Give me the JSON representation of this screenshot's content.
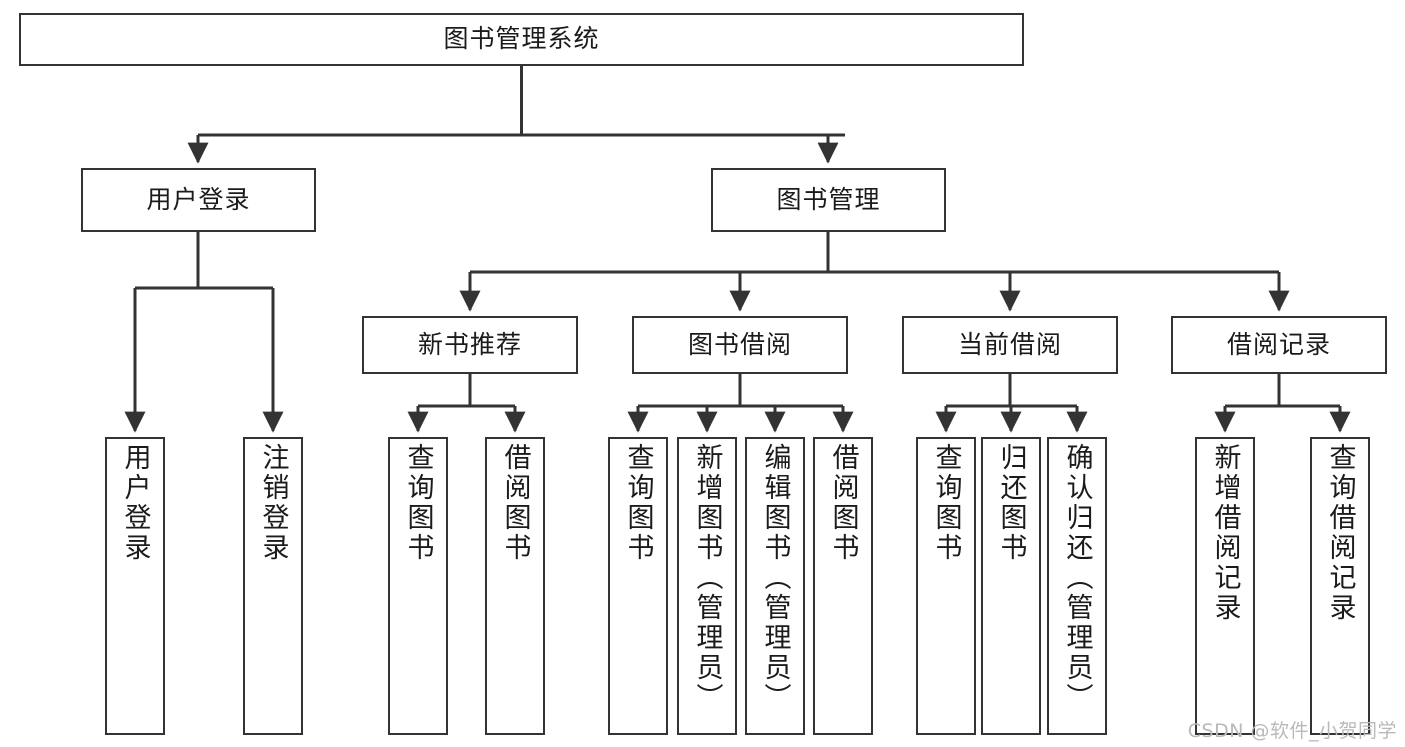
{
  "diagram": {
    "title": "图书管理系统",
    "type": "tree-hierarchy-chart",
    "watermark": "CSDN @软件_小贺同学",
    "colors": {
      "box_border": "#333333",
      "box_fill": "#ffffff",
      "edge": "#333333",
      "text": "#1b1b1b",
      "watermark": "#b9b9b9",
      "background": "#ffffff"
    },
    "levels": {
      "level1": [
        "图书管理系统"
      ],
      "level2": [
        "用户登录",
        "图书管理"
      ],
      "level3": [
        "新书推荐",
        "图书借阅",
        "当前借阅",
        "借阅记录"
      ],
      "level4": [
        "用户登录",
        "注销登录",
        "查询图书",
        "借阅图书",
        "查询图书",
        "新增图书（管理员）",
        "编辑图书（管理员）",
        "借阅图书",
        "查询图书",
        "归还图书",
        "确认归还（管理员）",
        "新增借阅记录",
        "查询借阅记录"
      ]
    },
    "nodes": {
      "root": {
        "label": "图书管理系统"
      },
      "user_login": {
        "label": "用户登录"
      },
      "book_manage": {
        "label": "图书管理"
      },
      "new_book_rec": {
        "label": "新书推荐"
      },
      "book_borrow": {
        "label": "图书借阅"
      },
      "current_borrow": {
        "label": "当前借阅"
      },
      "borrow_record": {
        "label": "借阅记录"
      },
      "leaf_user_login": {
        "label": "用户登录"
      },
      "leaf_logout": {
        "label": "注销登录"
      },
      "leaf_rec_query": {
        "label": "查询图书"
      },
      "leaf_rec_borrow": {
        "label": "借阅图书"
      },
      "leaf_bb_query": {
        "label": "查询图书"
      },
      "leaf_bb_add": {
        "label": "新增图书（管理员）"
      },
      "leaf_bb_edit": {
        "label": "编辑图书（管理员）"
      },
      "leaf_bb_borrow": {
        "label": "借阅图书"
      },
      "leaf_cb_query": {
        "label": "查询图书"
      },
      "leaf_cb_return": {
        "label": "归还图书"
      },
      "leaf_cb_confirm": {
        "label": "确认归还（管理员）"
      },
      "leaf_br_add": {
        "label": "新增借阅记录"
      },
      "leaf_br_query": {
        "label": "查询借阅记录"
      }
    },
    "edges": [
      {
        "from": "图书管理系统",
        "to": "用户登录"
      },
      {
        "from": "图书管理系统",
        "to": "图书管理"
      },
      {
        "from": "用户登录",
        "to": "用户登录"
      },
      {
        "from": "用户登录",
        "to": "注销登录"
      },
      {
        "from": "图书管理",
        "to": "新书推荐"
      },
      {
        "from": "图书管理",
        "to": "图书借阅"
      },
      {
        "from": "图书管理",
        "to": "当前借阅"
      },
      {
        "from": "图书管理",
        "to": "借阅记录"
      },
      {
        "from": "新书推荐",
        "to": "查询图书"
      },
      {
        "from": "新书推荐",
        "to": "借阅图书"
      },
      {
        "from": "图书借阅",
        "to": "查询图书"
      },
      {
        "from": "图书借阅",
        "to": "新增图书（管理员）"
      },
      {
        "from": "图书借阅",
        "to": "编辑图书（管理员）"
      },
      {
        "from": "图书借阅",
        "to": "借阅图书"
      },
      {
        "from": "当前借阅",
        "to": "查询图书"
      },
      {
        "from": "当前借阅",
        "to": "归还图书"
      },
      {
        "from": "当前借阅",
        "to": "确认归还（管理员）"
      },
      {
        "from": "借阅记录",
        "to": "新增借阅记录"
      },
      {
        "from": "借阅记录",
        "to": "查询借阅记录"
      }
    ]
  }
}
